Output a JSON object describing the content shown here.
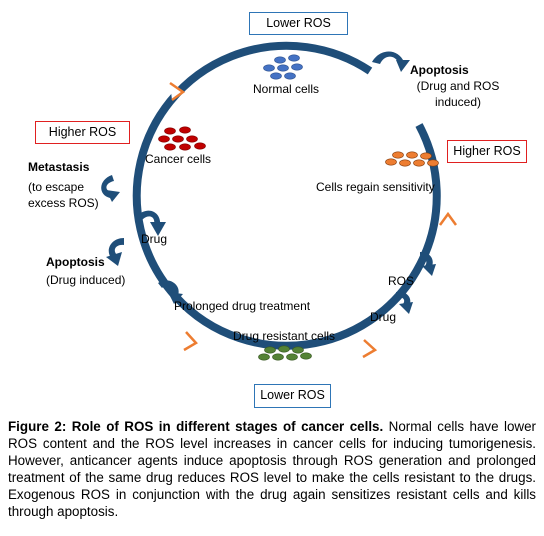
{
  "boxes": {
    "lower_ros_top": "Lower ROS",
    "higher_ros_left": "Higher ROS",
    "higher_ros_right": "Higher ROS",
    "lower_ros_bottom": "Lower ROS"
  },
  "labels": {
    "normal_cells": "Normal cells",
    "cancer_cells": "Cancer cells",
    "cells_regain": "Cells regain sensitivity",
    "drug_resistant": "Drug resistant cells",
    "prolonged": "Prolonged drug treatment",
    "drug_left": "Drug",
    "drug_right": "Drug",
    "ros_right": "ROS",
    "apoptosis_top_title": "Apoptosis",
    "apoptosis_top_line1": "(Drug and ROS",
    "apoptosis_top_line2": "induced)",
    "metastasis_title": "Metastasis",
    "metastasis_line1": "(to escape",
    "metastasis_line2": "excess ROS)",
    "apoptosis_left_title": "Apoptosis",
    "apoptosis_left_line1": "(Drug induced)"
  },
  "colors": {
    "ring": "#1f4e79",
    "flow_arrow": "#ed7d31",
    "normal_cells": "#4472c4",
    "cancer_cells": "#c00000",
    "regain_cells": "#ed7d31",
    "resistant_cells": "#548235",
    "box_blue": "#2e75b6",
    "box_red": "#e02020"
  },
  "caption": {
    "title": "Figure 2: Role of ROS in different stages of cancer cells.",
    "body": " Normal cells have lower ROS content and the ROS level increases in cancer cells for inducing tumorigenesis. However, anticancer agents induce apoptosis through ROS generation and prolonged treatment of the same drug reduces ROS level to make the cells resistant to the drugs. Exogenous ROS in conjunction with the drug again sensitizes resistant cells and kills through apoptosis."
  }
}
